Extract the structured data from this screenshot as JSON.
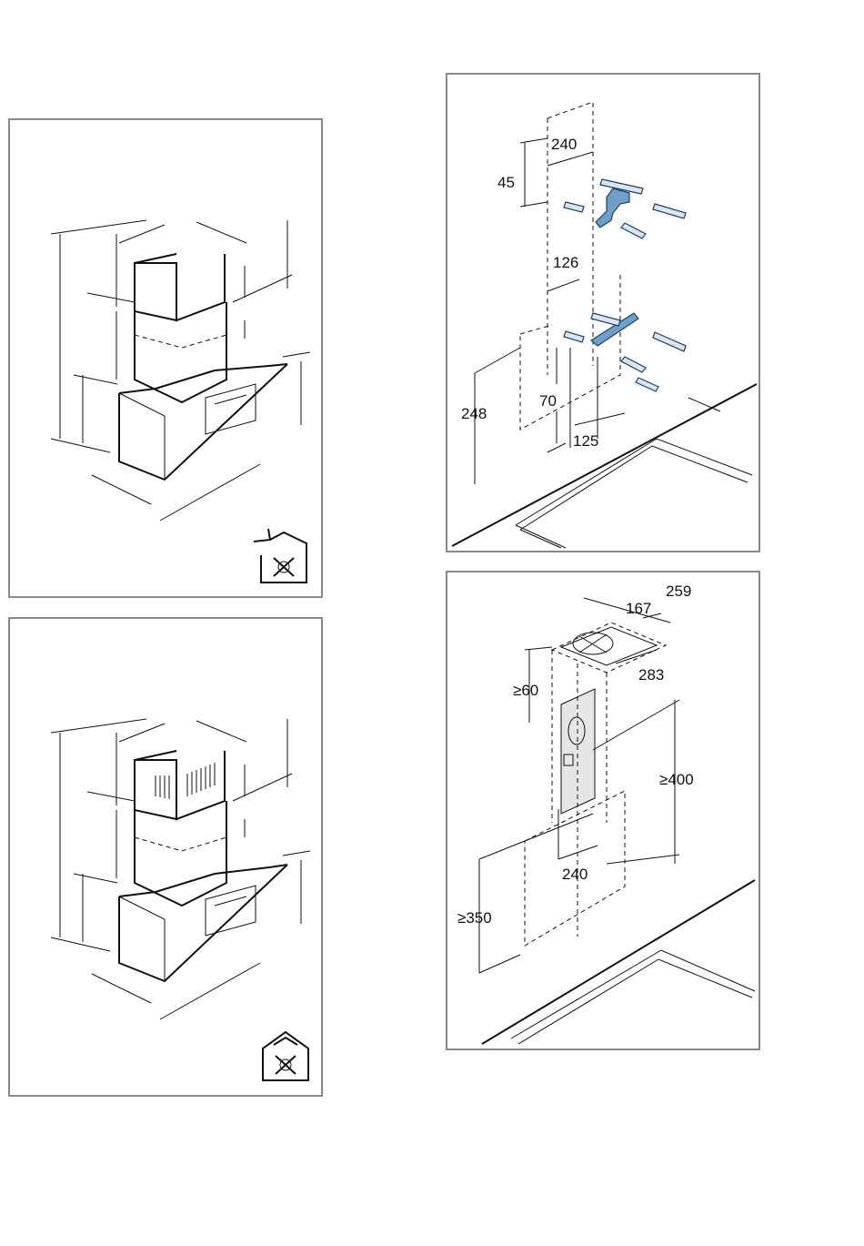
{
  "panels": {
    "exhaust_mode": {
      "symbol_icon": "exhaust-air-house-icon"
    },
    "recirculation_mode": {
      "symbol_icon": "recirculation-house-icon"
    },
    "wall_mounting": {
      "dimensions": {
        "bracket_height": "45",
        "bracket_width": "240",
        "center_offset": "126",
        "lower_height": "248",
        "screw_spacing_vertical": "70",
        "screw_spacing_horizontal": "125"
      }
    },
    "duct_clearance": {
      "dimensions": {
        "outer_depth": "259",
        "inner_width": "167",
        "outer_width": "283",
        "top_clearance": "≥60",
        "duct_height": "≥400",
        "chimney_width": "240",
        "hob_clearance": "≥350"
      }
    }
  },
  "colors": {
    "bracket_blue": "#6f9fc6",
    "frame_gray": "#8a8a8a",
    "panel_fill": "#e6e6e6"
  }
}
